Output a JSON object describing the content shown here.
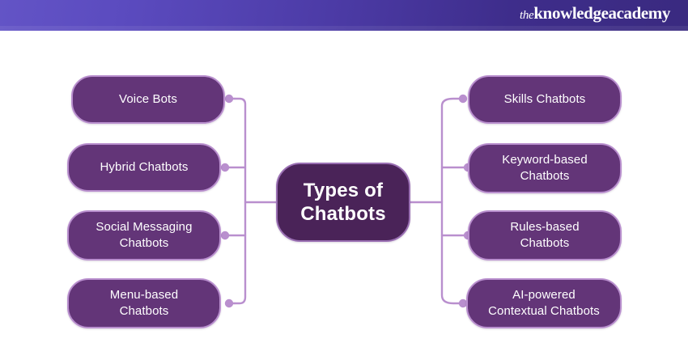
{
  "header": {
    "brand_prefix": "the",
    "brand_name": "knowledgeacademy",
    "gradient_from": "#6354c6",
    "gradient_to": "#3a2a80"
  },
  "diagram": {
    "type": "mind-map",
    "title": "Types of Chatbots",
    "colors": {
      "node_fill": "#633578",
      "node_border": "#b98fce",
      "center_fill": "#4a2358",
      "center_border": "#9a6fb3",
      "connector": "#b98fce",
      "text": "#ffffff",
      "background": "#ffffff"
    },
    "center": {
      "line1": "Types of",
      "line2": "Chatbots"
    },
    "left_branches": [
      {
        "id": "voice-bots",
        "line1": "Voice Bots",
        "line2": ""
      },
      {
        "id": "hybrid-chatbots",
        "line1": "Hybrid Chatbots",
        "line2": ""
      },
      {
        "id": "social-messaging",
        "line1": "Social Messaging",
        "line2": "Chatbots"
      },
      {
        "id": "menu-based",
        "line1": "Menu-based",
        "line2": "Chatbots"
      }
    ],
    "right_branches": [
      {
        "id": "skills-chatbots",
        "line1": "Skills Chatbots",
        "line2": ""
      },
      {
        "id": "keyword-based",
        "line1": "Keyword-based",
        "line2": "Chatbots"
      },
      {
        "id": "rules-based",
        "line1": "Rules-based",
        "line2": "Chatbots"
      },
      {
        "id": "ai-powered",
        "line1": "AI-powered",
        "line2": "Contextual Chatbots"
      }
    ]
  }
}
